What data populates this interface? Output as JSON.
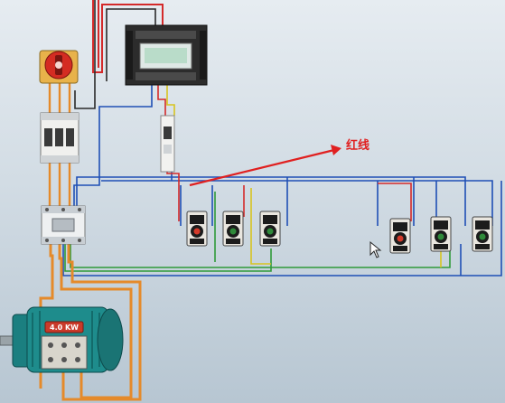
{
  "diagram": {
    "annotation_label": "红线",
    "motor_rating": "4.0 KW",
    "lcd_text": "",
    "colors": {
      "red_wire": "#d42a2a",
      "blue_wire": "#1f4fb5",
      "green_wire": "#2f9a3a",
      "yellow_wire": "#d7c420",
      "orange_wire": "#e58a2a",
      "motor_body": "#1e8c8c"
    },
    "components": [
      {
        "id": "rotary-isolator",
        "icon": "rotary-switch-icon"
      },
      {
        "id": "controller",
        "icon": "relay-controller-icon"
      },
      {
        "id": "circuit-breaker",
        "icon": "breaker-icon"
      },
      {
        "id": "fuse-holder",
        "icon": "fuse-icon"
      },
      {
        "id": "contactor",
        "icon": "contactor-icon"
      },
      {
        "id": "motor",
        "icon": "motor-icon"
      },
      {
        "id": "push-buttons",
        "icon": "push-button-icon",
        "count": 6
      }
    ]
  }
}
